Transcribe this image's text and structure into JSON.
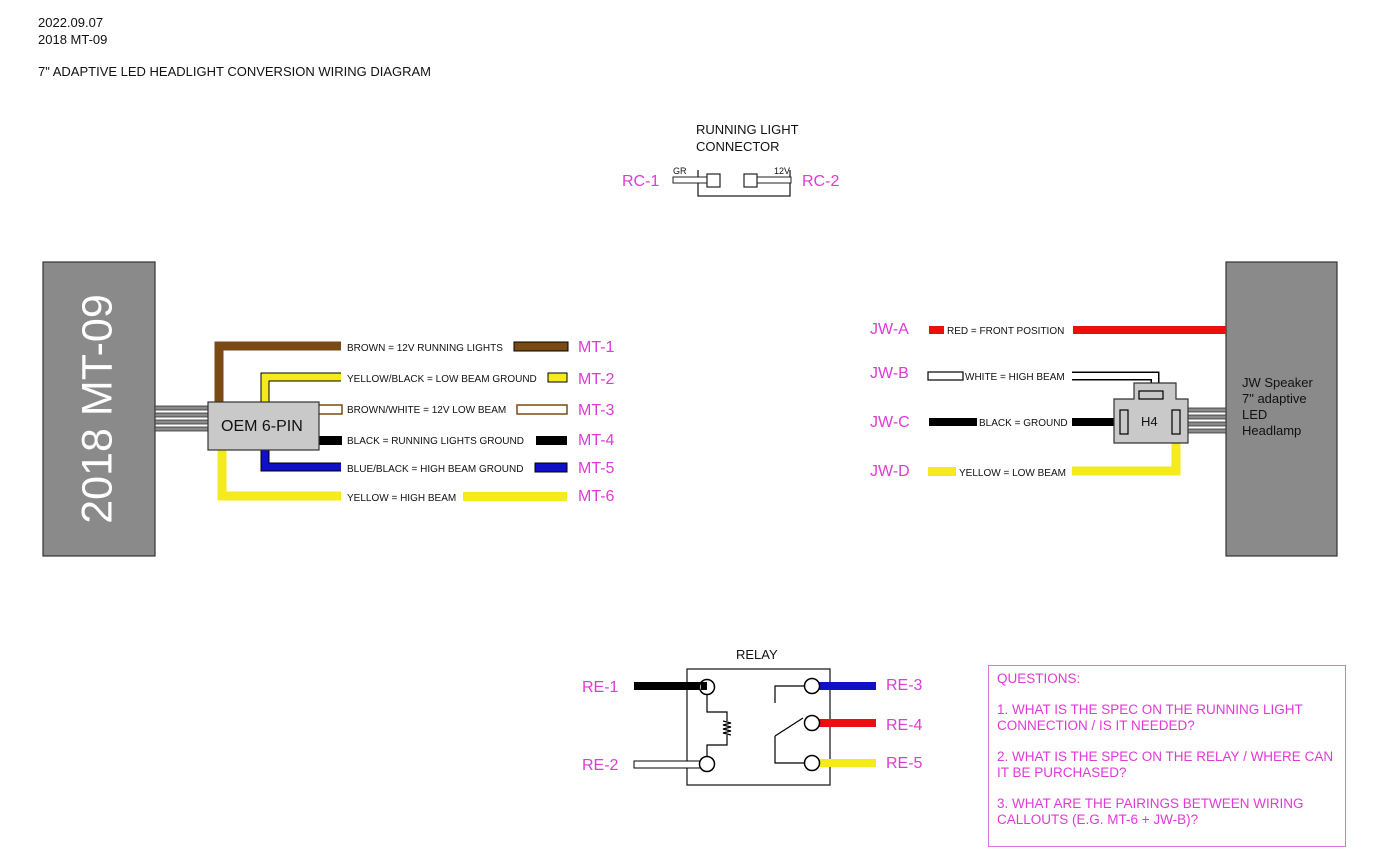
{
  "header": {
    "date": "2022.09.07",
    "model": "2018 MT-09",
    "title": "7\" ADAPTIVE LED HEADLIGHT CONVERSION WIRING DIAGRAM"
  },
  "running_light": {
    "title_line1": "RUNNING LIGHT",
    "title_line2": "CONNECTOR",
    "left_pin": "GR",
    "right_pin": "12V",
    "left_callout": "RC-1",
    "right_callout": "RC-2"
  },
  "bike": {
    "label": "2018 MT-09",
    "connector": "OEM 6-PIN",
    "wires": [
      {
        "label": "BROWN = 12V RUNNING LIGHTS",
        "callout": "MT-1",
        "color": "#7a4a14"
      },
      {
        "label": "YELLOW/BLACK = LOW BEAM GROUND",
        "callout": "MT-2",
        "color": "#f4ea1c"
      },
      {
        "label": "BROWN/WHITE = 12V LOW BEAM",
        "callout": "MT-3",
        "color": "#ffffff"
      },
      {
        "label": "BLACK = RUNNING LIGHTS GROUND",
        "callout": "MT-4",
        "color": "#000000"
      },
      {
        "label": "BLUE/BLACK = HIGH BEAM GROUND",
        "callout": "MT-5",
        "color": "#1010c8"
      },
      {
        "label": "YELLOW = HIGH BEAM",
        "callout": "MT-6",
        "color": "#f4ea1c"
      }
    ]
  },
  "headlamp": {
    "label_lines": [
      "JW Speaker",
      "7\" adaptive",
      "LED",
      "Headlamp"
    ],
    "connector": "H4",
    "wires": [
      {
        "label": "RED = FRONT POSITION",
        "callout": "JW-A",
        "color": "#e81010"
      },
      {
        "label": "WHITE = HIGH BEAM",
        "callout": "JW-B",
        "color": "#ffffff"
      },
      {
        "label": "BLACK = GROUND",
        "callout": "JW-C",
        "color": "#000000"
      },
      {
        "label": "YELLOW = LOW BEAM",
        "callout": "JW-D",
        "color": "#f4ea1c"
      }
    ]
  },
  "relay": {
    "title": "RELAY",
    "pins": [
      "RE-1",
      "RE-2",
      "RE-3",
      "RE-4",
      "RE-5"
    ]
  },
  "questions": {
    "heading": "QUESTIONS:",
    "items": [
      "1. WHAT IS THE SPEC ON THE RUNNING LIGHT CONNECTION / IS IT NEEDED?",
      "2. WHAT IS THE SPEC ON THE RELAY / WHERE CAN IT BE PURCHASED?",
      "3. WHAT ARE THE PAIRINGS BETWEEN WIRING CALLOUTS (E.G. MT-6 + JW-B)?"
    ]
  },
  "colors": {
    "callout": "#e03ad6",
    "housing": "#8a8a8a",
    "connector": "#c9c9c9"
  }
}
